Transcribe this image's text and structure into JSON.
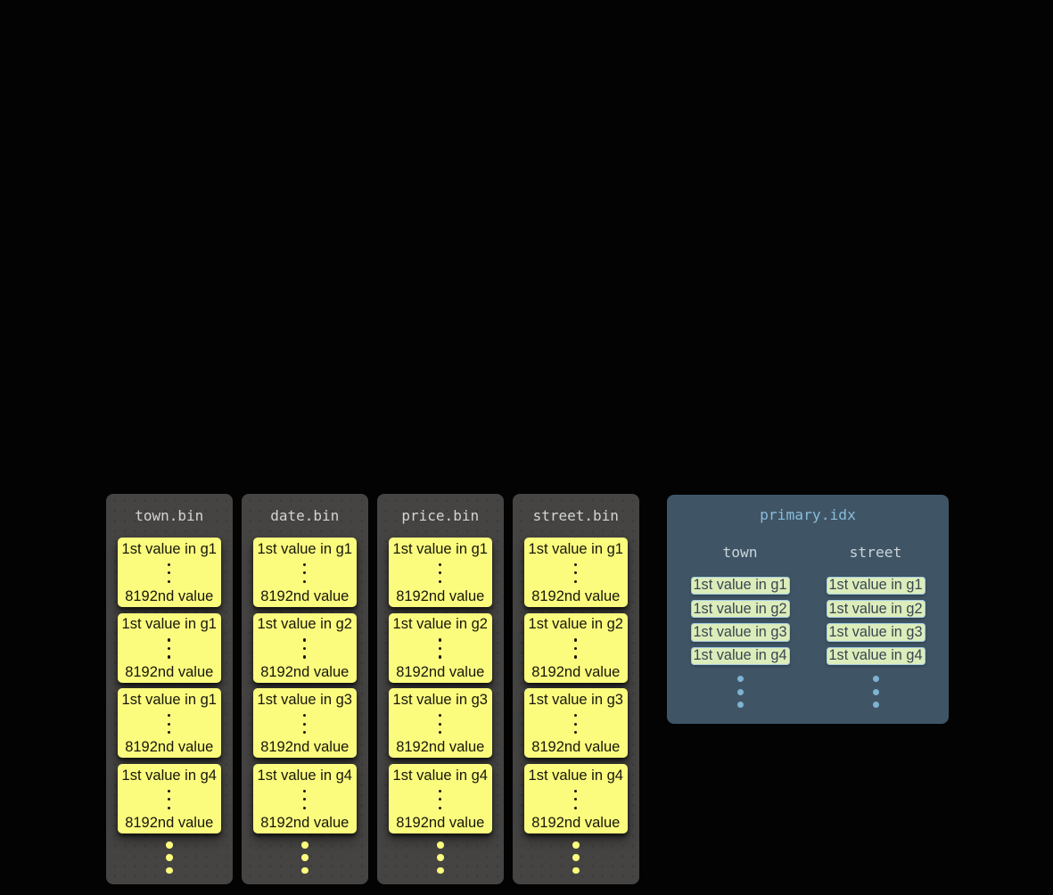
{
  "diagram": {
    "bin_files": [
      {
        "file": "town.bin",
        "cards": [
          {
            "top": "1st value in g1",
            "bottom": "8192nd value"
          },
          {
            "top": "1st value in g1",
            "bottom": "8192nd value"
          },
          {
            "top": "1st value in g1",
            "bottom": "8192nd value"
          },
          {
            "top": "1st value in g4",
            "bottom": "8192nd value"
          }
        ]
      },
      {
        "file": "date.bin",
        "cards": [
          {
            "top": "1st value in g1",
            "bottom": "8192nd value"
          },
          {
            "top": "1st value in g2",
            "bottom": "8192nd value"
          },
          {
            "top": "1st value in g3",
            "bottom": "8192nd value"
          },
          {
            "top": "1st value in g4",
            "bottom": "8192nd value"
          }
        ]
      },
      {
        "file": "price.bin",
        "cards": [
          {
            "top": "1st value in g1",
            "bottom": "8192nd value"
          },
          {
            "top": "1st value in g2",
            "bottom": "8192nd value"
          },
          {
            "top": "1st value in g3",
            "bottom": "8192nd value"
          },
          {
            "top": "1st value in g4",
            "bottom": "8192nd value"
          }
        ]
      },
      {
        "file": "street.bin",
        "cards": [
          {
            "top": "1st value in g1",
            "bottom": "8192nd value"
          },
          {
            "top": "1st value in g2",
            "bottom": "8192nd value"
          },
          {
            "top": "1st value in g3",
            "bottom": "8192nd value"
          },
          {
            "top": "1st value in g4",
            "bottom": "8192nd value"
          }
        ]
      }
    ],
    "index_panel": {
      "title": "primary.idx",
      "columns": [
        {
          "header": "town",
          "cells": [
            "1st value in g1",
            "1st value in g2",
            "1st value in g3",
            "1st value in g4"
          ]
        },
        {
          "header": "street",
          "cells": [
            "1st value in g1",
            "1st value in g2",
            "1st value in g3",
            "1st value in g4"
          ]
        }
      ]
    },
    "colors": {
      "background": "#030304",
      "bin_fill": "#454442",
      "bin_title_text": "#d4d4d4",
      "card_fill": "#fbfb7e",
      "card_text": "#17170b",
      "panel_fill": "#3f5565",
      "panel_title_text": "#8abbdb",
      "panel_header_text": "#ccd3d8",
      "cell_fill": "#dcedbb",
      "cell_border": "#a7cbe2",
      "cell_text": "#374650",
      "dot_blue": "#7fb2d3"
    }
  }
}
